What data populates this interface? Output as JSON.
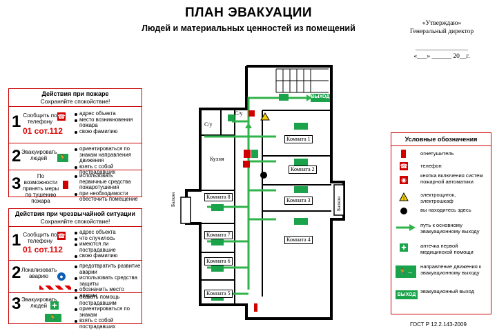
{
  "header": {
    "title": "ПЛАН ЭВАКУАЦИИ",
    "subtitle": "Людей и материальных ценностей из помещений",
    "approve": {
      "line1": "«Утверждаю»",
      "line2": "Генеральный директор",
      "line3": "________________",
      "line4": "«___» ______ 20__г."
    }
  },
  "fire_panel": {
    "title": "Действия при пожаре",
    "subtitle": "Сохраняйте спокойствие!",
    "steps": [
      {
        "num": "1",
        "label": "Сообщить по телефону",
        "phone": "01 сот.112",
        "items": [
          "адрес объекта",
          "место возникновения пожара",
          "свою фамилию"
        ]
      },
      {
        "num": "2",
        "label": "Эвакуировать людей",
        "items": [
          "ориентироваться по знакам направления движения",
          "взять с собой пострадавших"
        ]
      },
      {
        "num": "3",
        "label": "По возможности принять меры по тушению пожара",
        "items": [
          "использовать первичные средства пожаротушения",
          "при необходимости обесточить помещение"
        ]
      }
    ]
  },
  "emergency_panel": {
    "title": "Действия при чрезвычайной ситуации",
    "subtitle": "Сохраняйте спокойствие!",
    "steps": [
      {
        "num": "1",
        "label": "Сообщить по телефону",
        "phone": "01 сот.112",
        "items": [
          "адрес объекта",
          "что случилось",
          "имеются ли пострадавшие",
          "свою фамилию"
        ]
      },
      {
        "num": "2",
        "label": "Локализовать аварию",
        "items": [
          "предотвратить развитие аварии",
          "использовать средства защиты",
          "обозначить место аварии"
        ]
      },
      {
        "num": "3",
        "label": "Эвакуировать людей",
        "items": [
          "оказать помощь пострадавшим",
          "ориентироваться по знакам",
          "взять с собой пострадавших"
        ]
      }
    ]
  },
  "legend": {
    "title": "Условные обозначения",
    "items": [
      {
        "label": "огнетушитель",
        "icon": "extinguisher-icon"
      },
      {
        "label": "телефон",
        "icon": "phone-icon"
      },
      {
        "label": "кнопка включения систем пожарной автоматики",
        "icon": "fire-alarm-button-icon"
      },
      {
        "label": "электрощиток, электрошкаф",
        "icon": "electric-hazard-icon"
      },
      {
        "label": "вы находитесь здесь",
        "icon": "you-are-here-icon"
      },
      {
        "label": "путь к основному эвакуационному выходу",
        "icon": "evacuation-path-arrow-icon"
      },
      {
        "label": "аптечка первой медицинской помощи",
        "icon": "first-aid-icon"
      },
      {
        "label": "направление движения к эвакуационному выходу",
        "icon": "exit-direction-icon"
      },
      {
        "label": "эвакуационный выход",
        "icon": "exit-sign-icon"
      }
    ],
    "exit_sign_text": "ВЫХОД"
  },
  "plan": {
    "rooms": {
      "room1": "Комната 1",
      "room2": "Комната 2",
      "room3": "Комната 3",
      "room4": "Комната 4",
      "room5": "Комната 5",
      "room6": "Комната 6",
      "room7": "Комната 7",
      "room8": "Комната 8",
      "kitchen": "Кухня",
      "wc1": "С/у",
      "wc2": "С/у",
      "balcony_left": "Балкон",
      "balcony_right": "Балкон"
    },
    "exit_text": "ВЫХОД"
  },
  "footer": {
    "gost": "ГОСТ Р 12.2.143-2009"
  },
  "colors": {
    "red": "#d00000",
    "green": "#1aa34a",
    "path_green": "#2fb34a"
  }
}
